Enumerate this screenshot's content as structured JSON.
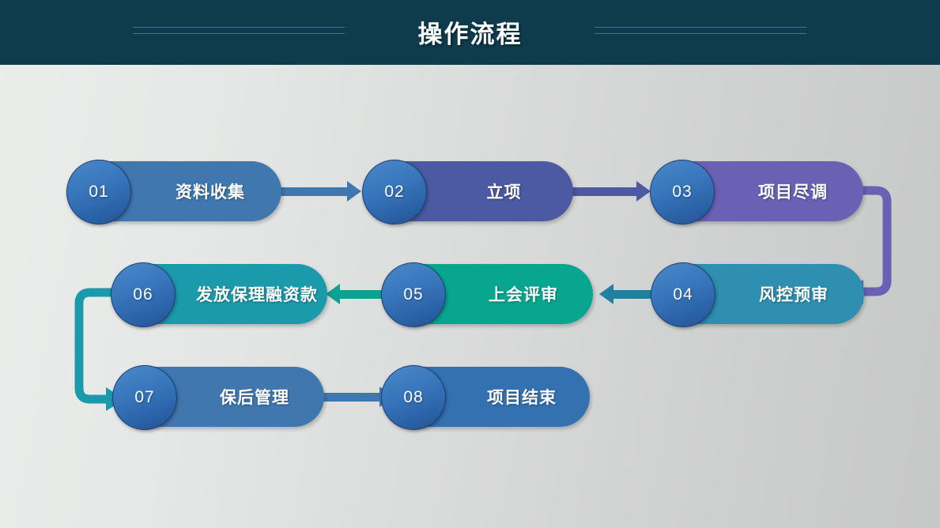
{
  "header": {
    "title": "操作流程",
    "background_color": "#0e3c4c",
    "line_color": "#2b7f9e",
    "title_color": "#ffffff"
  },
  "background": {
    "gradient_from": "#ebedeb",
    "gradient_to": "#c6c7c7"
  },
  "flow": {
    "type": "process-flow",
    "badge_color": "#3a78be",
    "nodes": [
      {
        "number": "01",
        "label": "资料收集",
        "color": "#3f77ae"
      },
      {
        "number": "02",
        "label": "立项",
        "color": "#4b5aa2"
      },
      {
        "number": "03",
        "label": "项目尽调",
        "color": "#6a61b4"
      },
      {
        "number": "04",
        "label": "风控预审",
        "color": "#2e8fb0"
      },
      {
        "number": "05",
        "label": "上会评审",
        "color": "#08a68f"
      },
      {
        "number": "06",
        "label": "发放保理融资款",
        "color": "#1b9aac"
      },
      {
        "number": "07",
        "label": "保后管理",
        "color": "#3f77ae"
      },
      {
        "number": "08",
        "label": "项目结束",
        "color": "#3471b0"
      }
    ],
    "connectors": [
      {
        "from": "01",
        "to": "02",
        "direction": "right",
        "color": "#3f77ae"
      },
      {
        "from": "02",
        "to": "03",
        "direction": "right",
        "color": "#4b5aa2"
      },
      {
        "from": "03",
        "to": "04",
        "direction": "elbow-right-down-left",
        "color": "#6a61b4"
      },
      {
        "from": "04",
        "to": "05",
        "direction": "left",
        "color": "#2180a0"
      },
      {
        "from": "05",
        "to": "06",
        "direction": "left",
        "color": "#09a293"
      },
      {
        "from": "06",
        "to": "07",
        "direction": "elbow-left-down-right",
        "color": "#1b9aac"
      },
      {
        "from": "07",
        "to": "08",
        "direction": "right",
        "color": "#3f77ae"
      }
    ]
  }
}
